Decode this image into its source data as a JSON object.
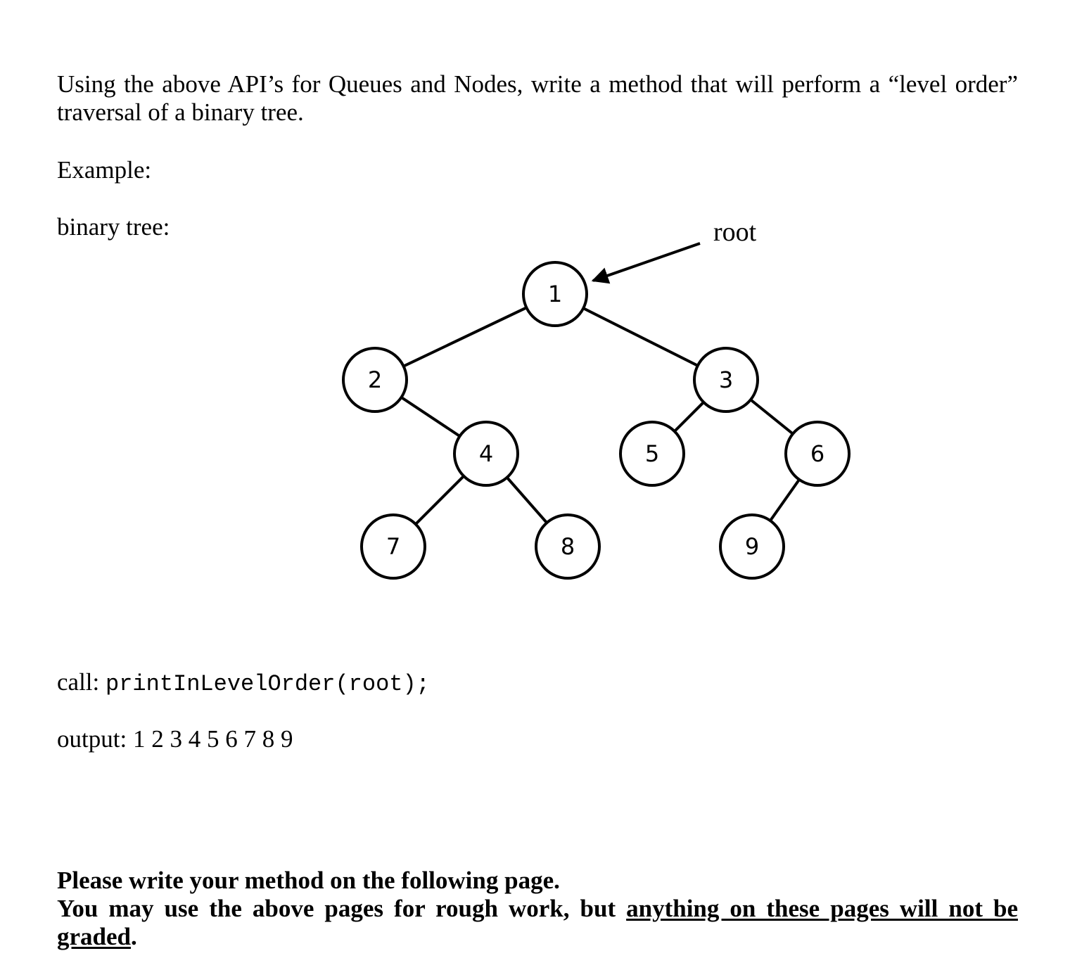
{
  "intro": "Using the above API’s for Queues and Nodes, write a method that will perform a “level order” traversal of a binary tree.",
  "example_label": "Example:",
  "tree_label": "binary tree:",
  "tree": {
    "root_label": "root",
    "nodes": [
      "1",
      "2",
      "3",
      "4",
      "5",
      "6",
      "7",
      "8",
      "9"
    ],
    "edges": [
      [
        "1",
        "2"
      ],
      [
        "1",
        "3"
      ],
      [
        "2",
        "4"
      ],
      [
        "3",
        "5"
      ],
      [
        "3",
        "6"
      ],
      [
        "4",
        "7"
      ],
      [
        "4",
        "8"
      ],
      [
        "6",
        "9"
      ]
    ]
  },
  "call": {
    "prefix": "call: ",
    "code": "printInLevelOrder(root);"
  },
  "output": {
    "prefix": "output: ",
    "value": "1 2 3 4 5 6 7 8 9"
  },
  "footer": {
    "line1": "Please write your method on the following page.",
    "line2_text": "You may use the above pages for rough work, but ",
    "line2_underlined": "anything on these pages will not be graded",
    "line2_end": "."
  }
}
